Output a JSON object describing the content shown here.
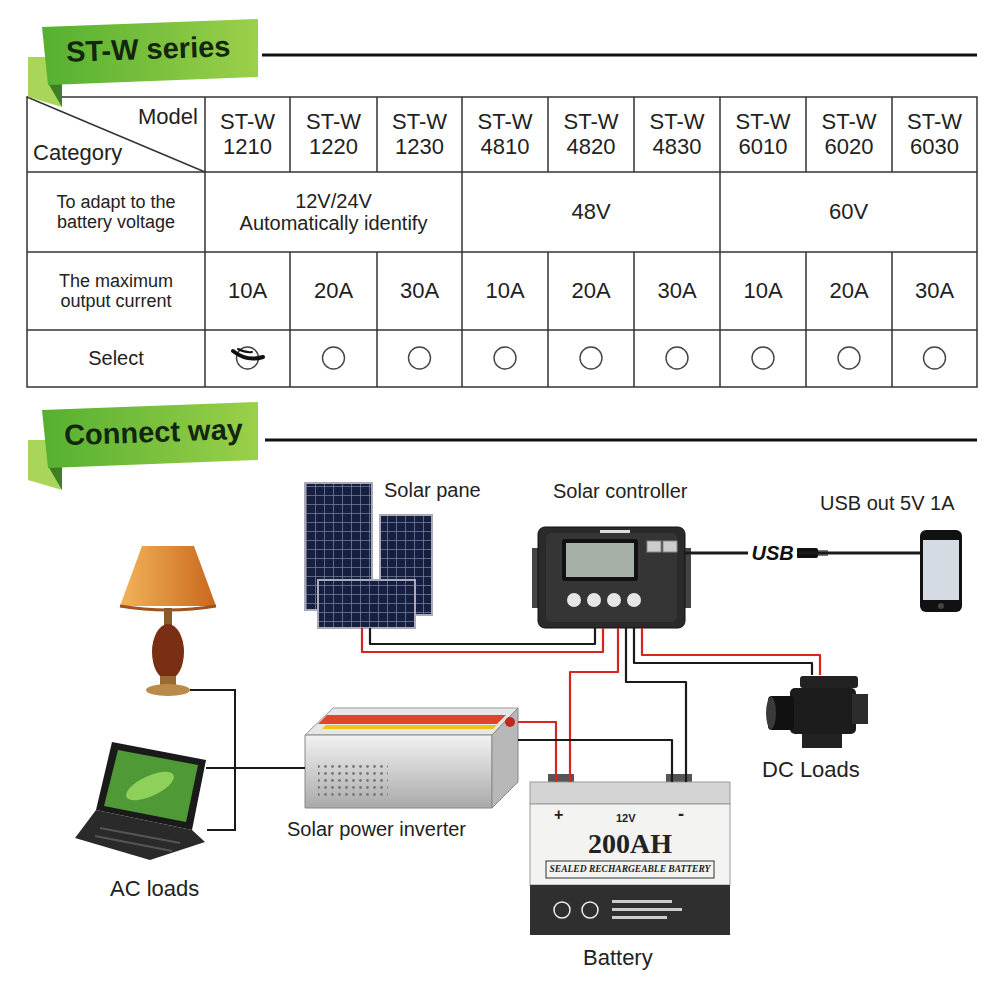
{
  "diagram": {
    "nodes": [
      {
        "text": [
          "ST-W series"
        ]
      },
      {
        "text": [
          "Connect way"
        ]
      },
      {
        "text": [
          "Solar pane"
        ]
      },
      {
        "text": [
          "Solar controller"
        ]
      },
      {
        "text": [
          "USB out 5V 1A"
        ]
      },
      {
        "text": [
          "DC Loads"
        ]
      },
      {
        "text": [
          "Solar power inverter"
        ]
      },
      {
        "text": [
          "AC loads"
        ]
      },
      {
        "text": [
          "+",
          "12V",
          "-",
          "200AH",
          "SEALED RECHARGEABLE BATTERY",
          "Battery"
        ]
      }
    ],
    "edges": [
      {
        "from": 2,
        "to": 3,
        "arrow": "none"
      },
      {
        "from": 3,
        "to": 4,
        "label": "USB",
        "arrow": "none"
      },
      {
        "from": 3,
        "to": 8,
        "arrow": "none"
      },
      {
        "from": 3,
        "to": 5,
        "arrow": "none"
      },
      {
        "from": 8,
        "to": 6,
        "arrow": "none"
      },
      {
        "from": 6,
        "to": 7,
        "arrow": "none"
      }
    ],
    "labels": [
      "Model",
      "Category",
      "ST-W 1210",
      "ST-W 1220",
      "ST-W 1230",
      "ST-W 4810",
      "ST-W 4820",
      "ST-W 4830",
      "ST-W 6010",
      "ST-W 6020",
      "ST-W 6030",
      "To adapt to the battery voltage",
      "12V/24V Automatically identify",
      "48V",
      "60V",
      "The maximum output current",
      "10A",
      "20A",
      "30A",
      "10A",
      "20A",
      "30A",
      "10A",
      "20A",
      "30A",
      "Select"
    ]
  }
}
